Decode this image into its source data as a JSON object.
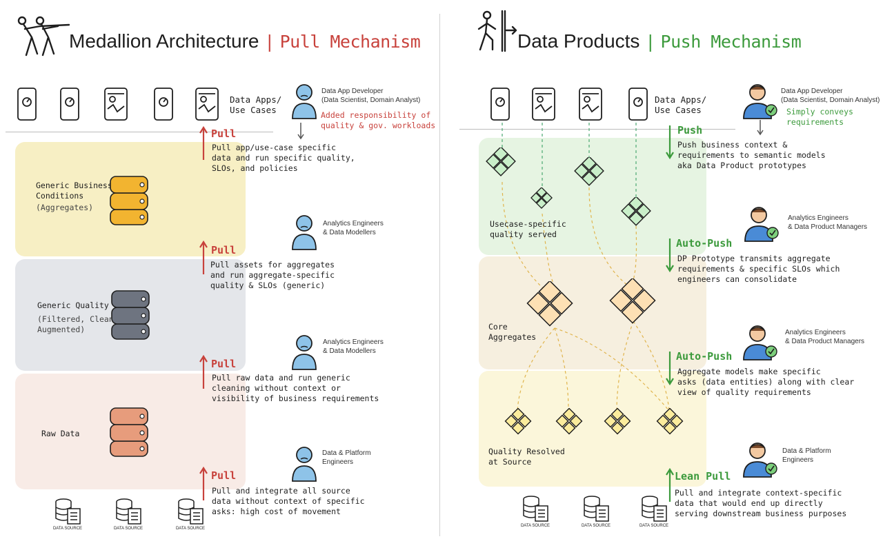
{
  "left": {
    "title": "Medallion Architecture",
    "title_separator": "|",
    "title_accent": "Pull Mechanism",
    "top_label": "Data Apps/\nUse Cases",
    "developer_role": "Data App Developer\n(Data Scientist, Domain Analyst)",
    "developer_note": "Added responsibility of\nquality & gov. workloads",
    "layers": [
      {
        "label": "Generic Business\nConditions",
        "sublabel": "(Aggregates)",
        "color": "#f7efc4"
      },
      {
        "label": "Generic Quality",
        "sublabel": "(Filtered, Cleaned,\nAugmented)",
        "color": "#e4e6ea"
      },
      {
        "label": "Raw Data",
        "sublabel": "",
        "color": "#f8ebe6"
      }
    ],
    "steps": [
      {
        "label": "Pull",
        "text": "Pull app/use-case specific\ndata and run specific quality,\nSLOs, and policies"
      },
      {
        "label": "Pull",
        "text": "Pull assets for aggregates\nand run aggregate-specific\nquality & SLOs (generic)"
      },
      {
        "label": "Pull",
        "text": "Pull raw data and run generic\ncleaning without context or\nvisibility of business requirements"
      },
      {
        "label": "Pull",
        "text": "Pull and integrate all source\ndata without context of specific\nasks: high cost of movement"
      }
    ],
    "roles": [
      "Analytics Engineers\n& Data Modellers",
      "Analytics Engineers\n& Data Modellers",
      "Data & Platform\nEngineers"
    ],
    "data_sources": [
      "DATA SOURCE",
      "DATA SOURCE",
      "DATA SOURCE"
    ],
    "colors": {
      "accent": "#c8423c",
      "db_gold": "#f2b430",
      "db_gray": "#6e7480",
      "db_salmon": "#e79c7c"
    }
  },
  "right": {
    "title": "Data Products",
    "title_separator": "|",
    "title_accent": "Push Mechanism",
    "top_label": "Data Apps/\nUse Cases",
    "developer_role": "Data App Developer\n(Data Scientist, Domain Analyst)",
    "developer_note": "Simply conveys\nrequirements",
    "layers": [
      {
        "label": "Usecase-specific\nquality served",
        "color": "#e6f4e2"
      },
      {
        "label": "Core\nAggregates",
        "color": "#f6efdf"
      },
      {
        "label": "Quality Resolved\nat Source",
        "color": "#fbf6da"
      }
    ],
    "steps": [
      {
        "label": "Push",
        "text": "Push business context &\nrequirements to semantic models\naka Data Product prototypes"
      },
      {
        "label": "Auto-Push",
        "text": "DP Prototype transmits aggregate\nrequirements & specific SLOs which\nengineers can consolidate"
      },
      {
        "label": "Auto-Push",
        "text": "Aggregate models make specific\nasks (data entities) along with clear\nview of quality requirements"
      },
      {
        "label": "Lean Pull",
        "text": "Pull and integrate context-specific\ndata that would end up directly\nserving downstream business purposes"
      }
    ],
    "roles": [
      "Analytics Engineers\n& Data Product Managers",
      "Analytics Engineers\n& Data Product Managers",
      "Data & Platform\nEngineers"
    ],
    "data_sources": [
      "DATA SOURCE",
      "DATA SOURCE",
      "DATA SOURCE"
    ],
    "colors": {
      "accent": "#3c9a3c",
      "node_green": "#c9efc9",
      "node_orange": "#fde0b4",
      "node_yellow": "#fbec9c",
      "dash": "#e0b44c"
    }
  }
}
